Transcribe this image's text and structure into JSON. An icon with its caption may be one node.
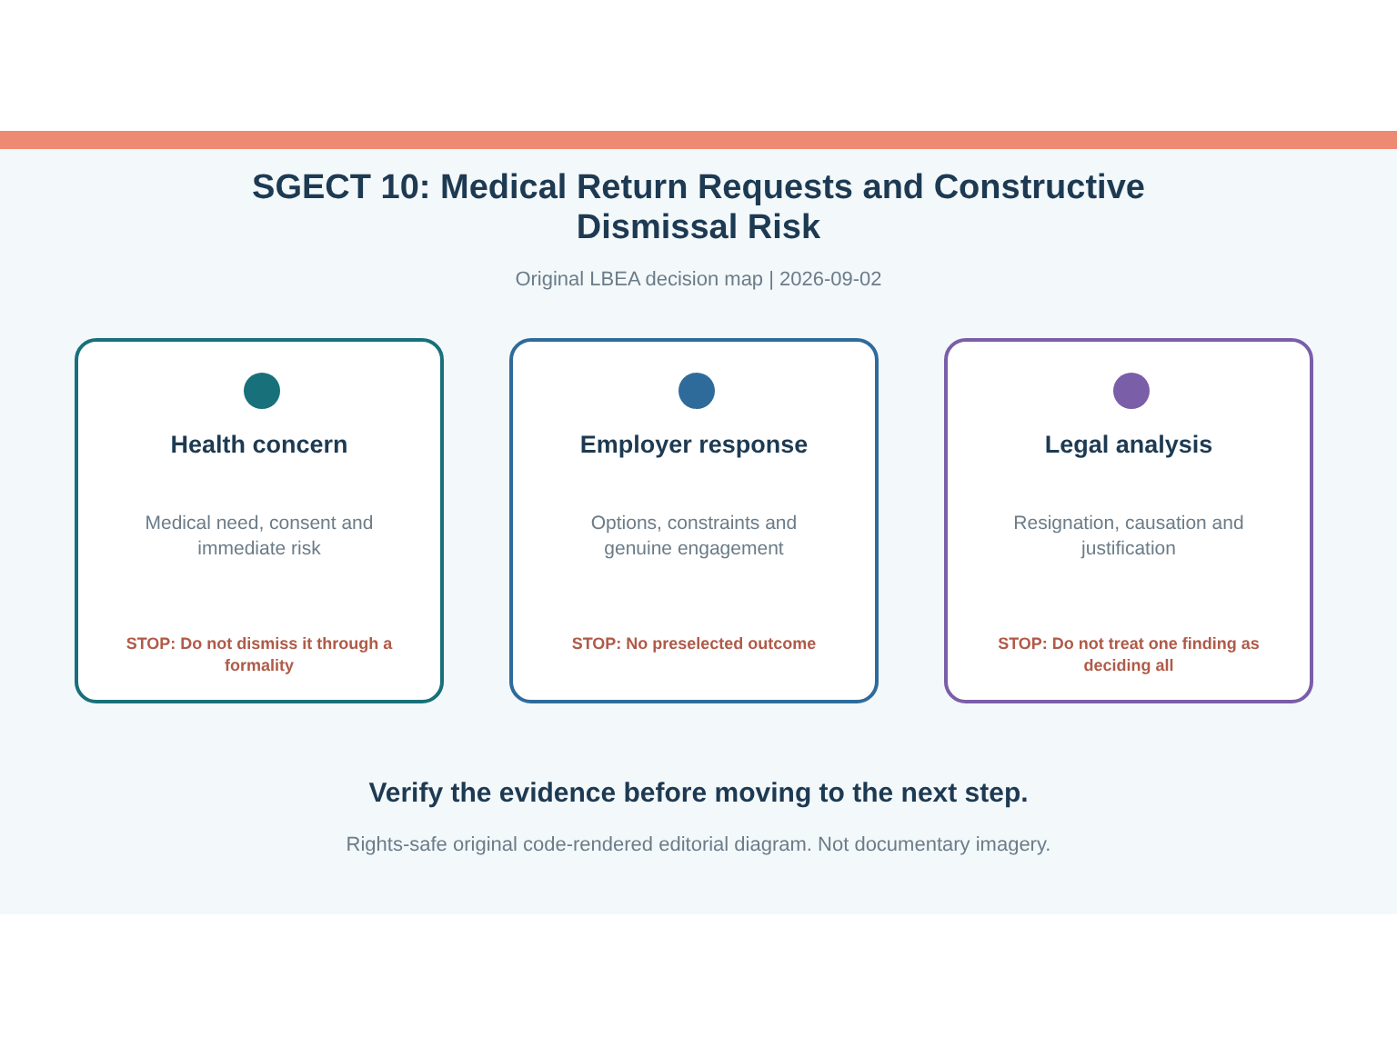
{
  "diagram": {
    "title": "SGECT 10: Medical Return Requests and Constructive Dismissal Risk",
    "nodes": [
      {
        "text": [
          "Health concern",
          "Medical need, consent and immediate risk",
          "STOP: Do not dismiss it through a formality"
        ]
      },
      {
        "text": [
          "Employer response",
          "Options, constraints and genuine engagement",
          "STOP: No preselected outcome"
        ]
      },
      {
        "text": [
          "Legal analysis",
          "Resignation, causation and justification",
          "STOP: Do not treat one finding as deciding all"
        ]
      }
    ],
    "labels": [
      "Original LBEA decision map | 2026-09-02",
      "Verify the evidence before moving to the next step.",
      "Rights-safe original code-rendered editorial diagram. Not documentary imagery."
    ]
  }
}
